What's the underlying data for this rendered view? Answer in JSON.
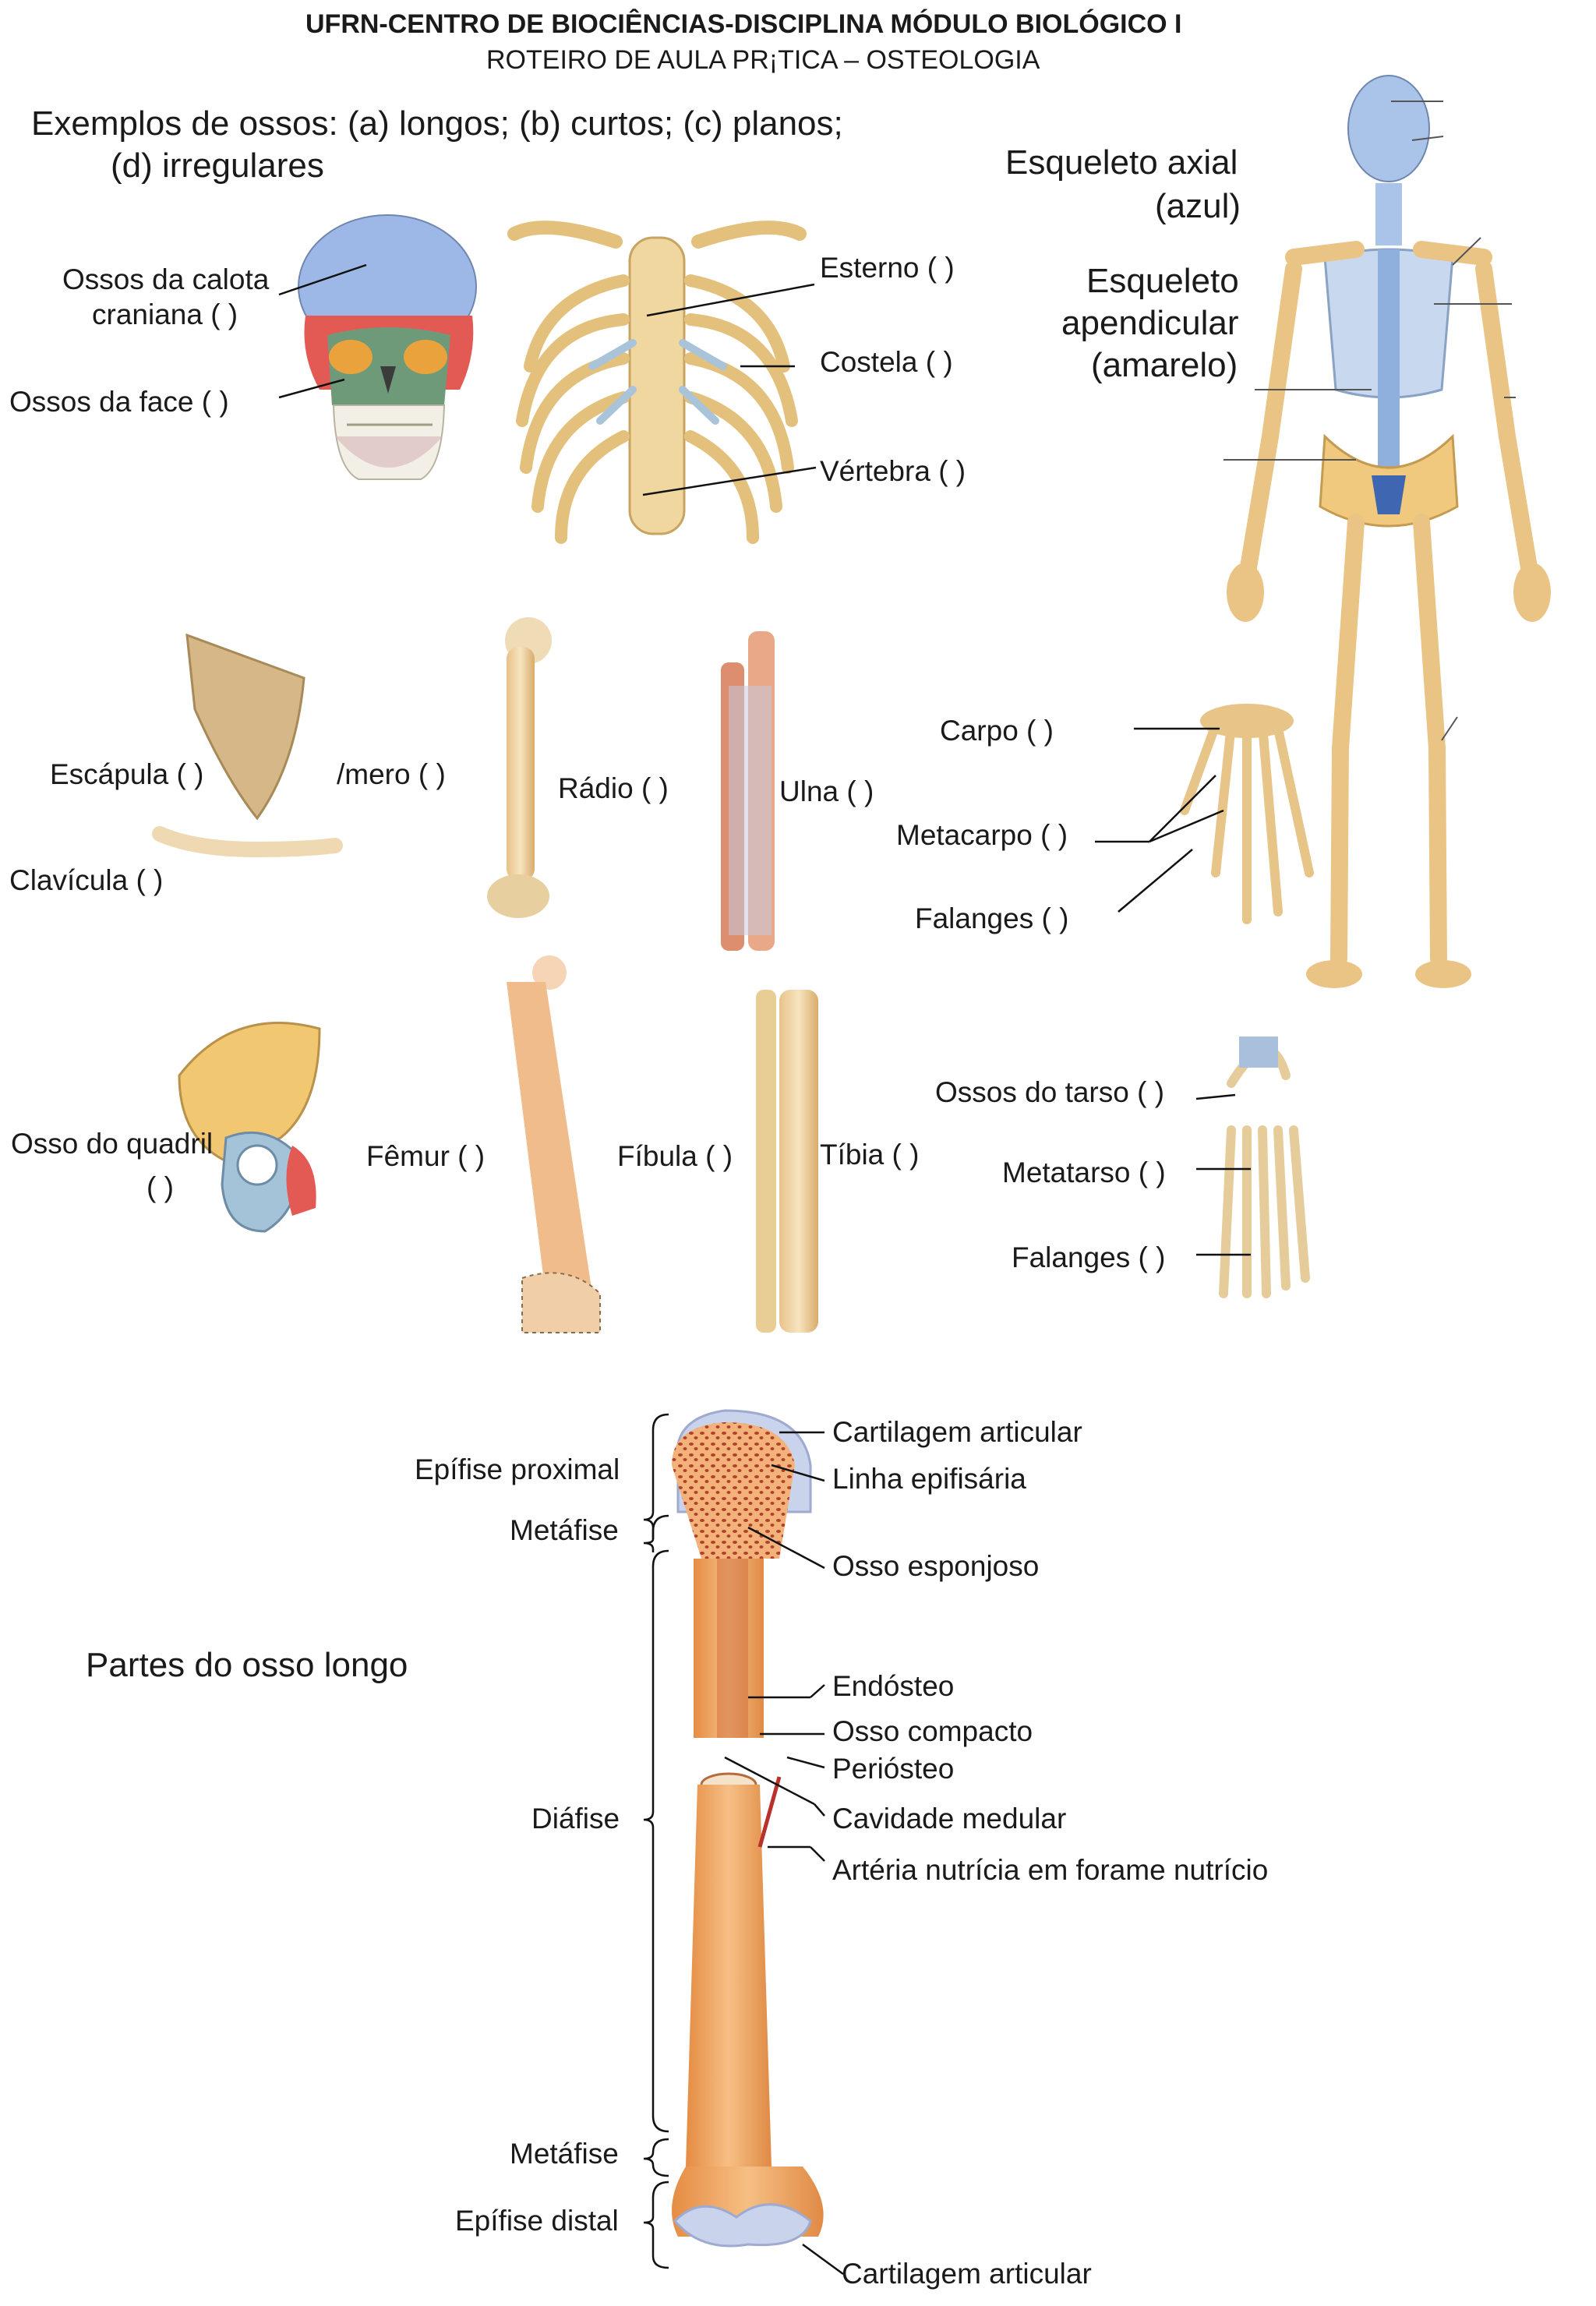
{
  "header": {
    "title": "UFRN-CENTRO DE BIOCIÊNCIAS-DISCIPLINA MÓDULO BIOLÓGICO I",
    "subtitle": "ROTEIRO DE AULA PR¡TICA – OSTEOLOGIA"
  },
  "intro": {
    "line1": "Exemplos de ossos: (a) longos; (b) curtos; (c) planos;",
    "line2": "(d) irregulares"
  },
  "skeleton": {
    "axial_line1": "Esqueleto axial",
    "axial_line2": "(azul)",
    "app_line1": "Esqueleto",
    "app_line2": "apendicular",
    "app_line3": "(amarelo)"
  },
  "skull_labels": {
    "calota_line1": "Ossos da calota",
    "calota_line2": "craniana (     )",
    "face": "Ossos da face (     )"
  },
  "thorax_labels": {
    "esterno": "Esterno (     )",
    "costela": "Costela (     )",
    "vertebra": "Vértebra (     )"
  },
  "upper_limb_labels": {
    "escapula": "Escápula (     )",
    "umero": "/mero (     )",
    "clavicula": "Clavícula (     )",
    "radio": "Rádio (     )",
    "ulna": "Ulna (     )",
    "carpo": "Carpo (     )",
    "metacarpo": "Metacarpo (     )",
    "falanges": "Falanges (     )"
  },
  "lower_limb_labels": {
    "quadril_line1": "Osso do quadril",
    "quadril_line2": "(     )",
    "femur": "Fêmur (     )",
    "fibula": "Fíbula (     )",
    "tibia": "Tíbia (     )",
    "tarso": "Ossos do tarso (     )",
    "metatarso": "Metatarso (     )",
    "falanges": "Falanges (     )"
  },
  "long_bone": {
    "title": "Partes do osso longo",
    "left": {
      "epifise_proximal": "Epífise proximal",
      "metafise_top": "Metáfise",
      "diafise": "Diáfise",
      "metafise_bottom": "Metáfise",
      "epifise_distal": "Epífise distal"
    },
    "right": {
      "cartilagem_top": "Cartilagem articular",
      "linha": "Linha epifisária",
      "esponjoso": "Osso esponjoso",
      "endosteo": "Endósteo",
      "compacto": "Osso compacto",
      "periosteo": "Periósteo",
      "cavidade": "Cavidade medular",
      "arteria": "Artéria nutrícia em forame nutrício",
      "cartilagem_bottom": "Cartilagem articular"
    }
  },
  "colors": {
    "axial_blue": "#9fb9dc",
    "appendicular_yellow": "#e9c77e",
    "bone_orange": "#eea868",
    "cartilage": "#c9d3ec",
    "face_green": "#6f9a7a",
    "red_bone": "#e35a55"
  }
}
